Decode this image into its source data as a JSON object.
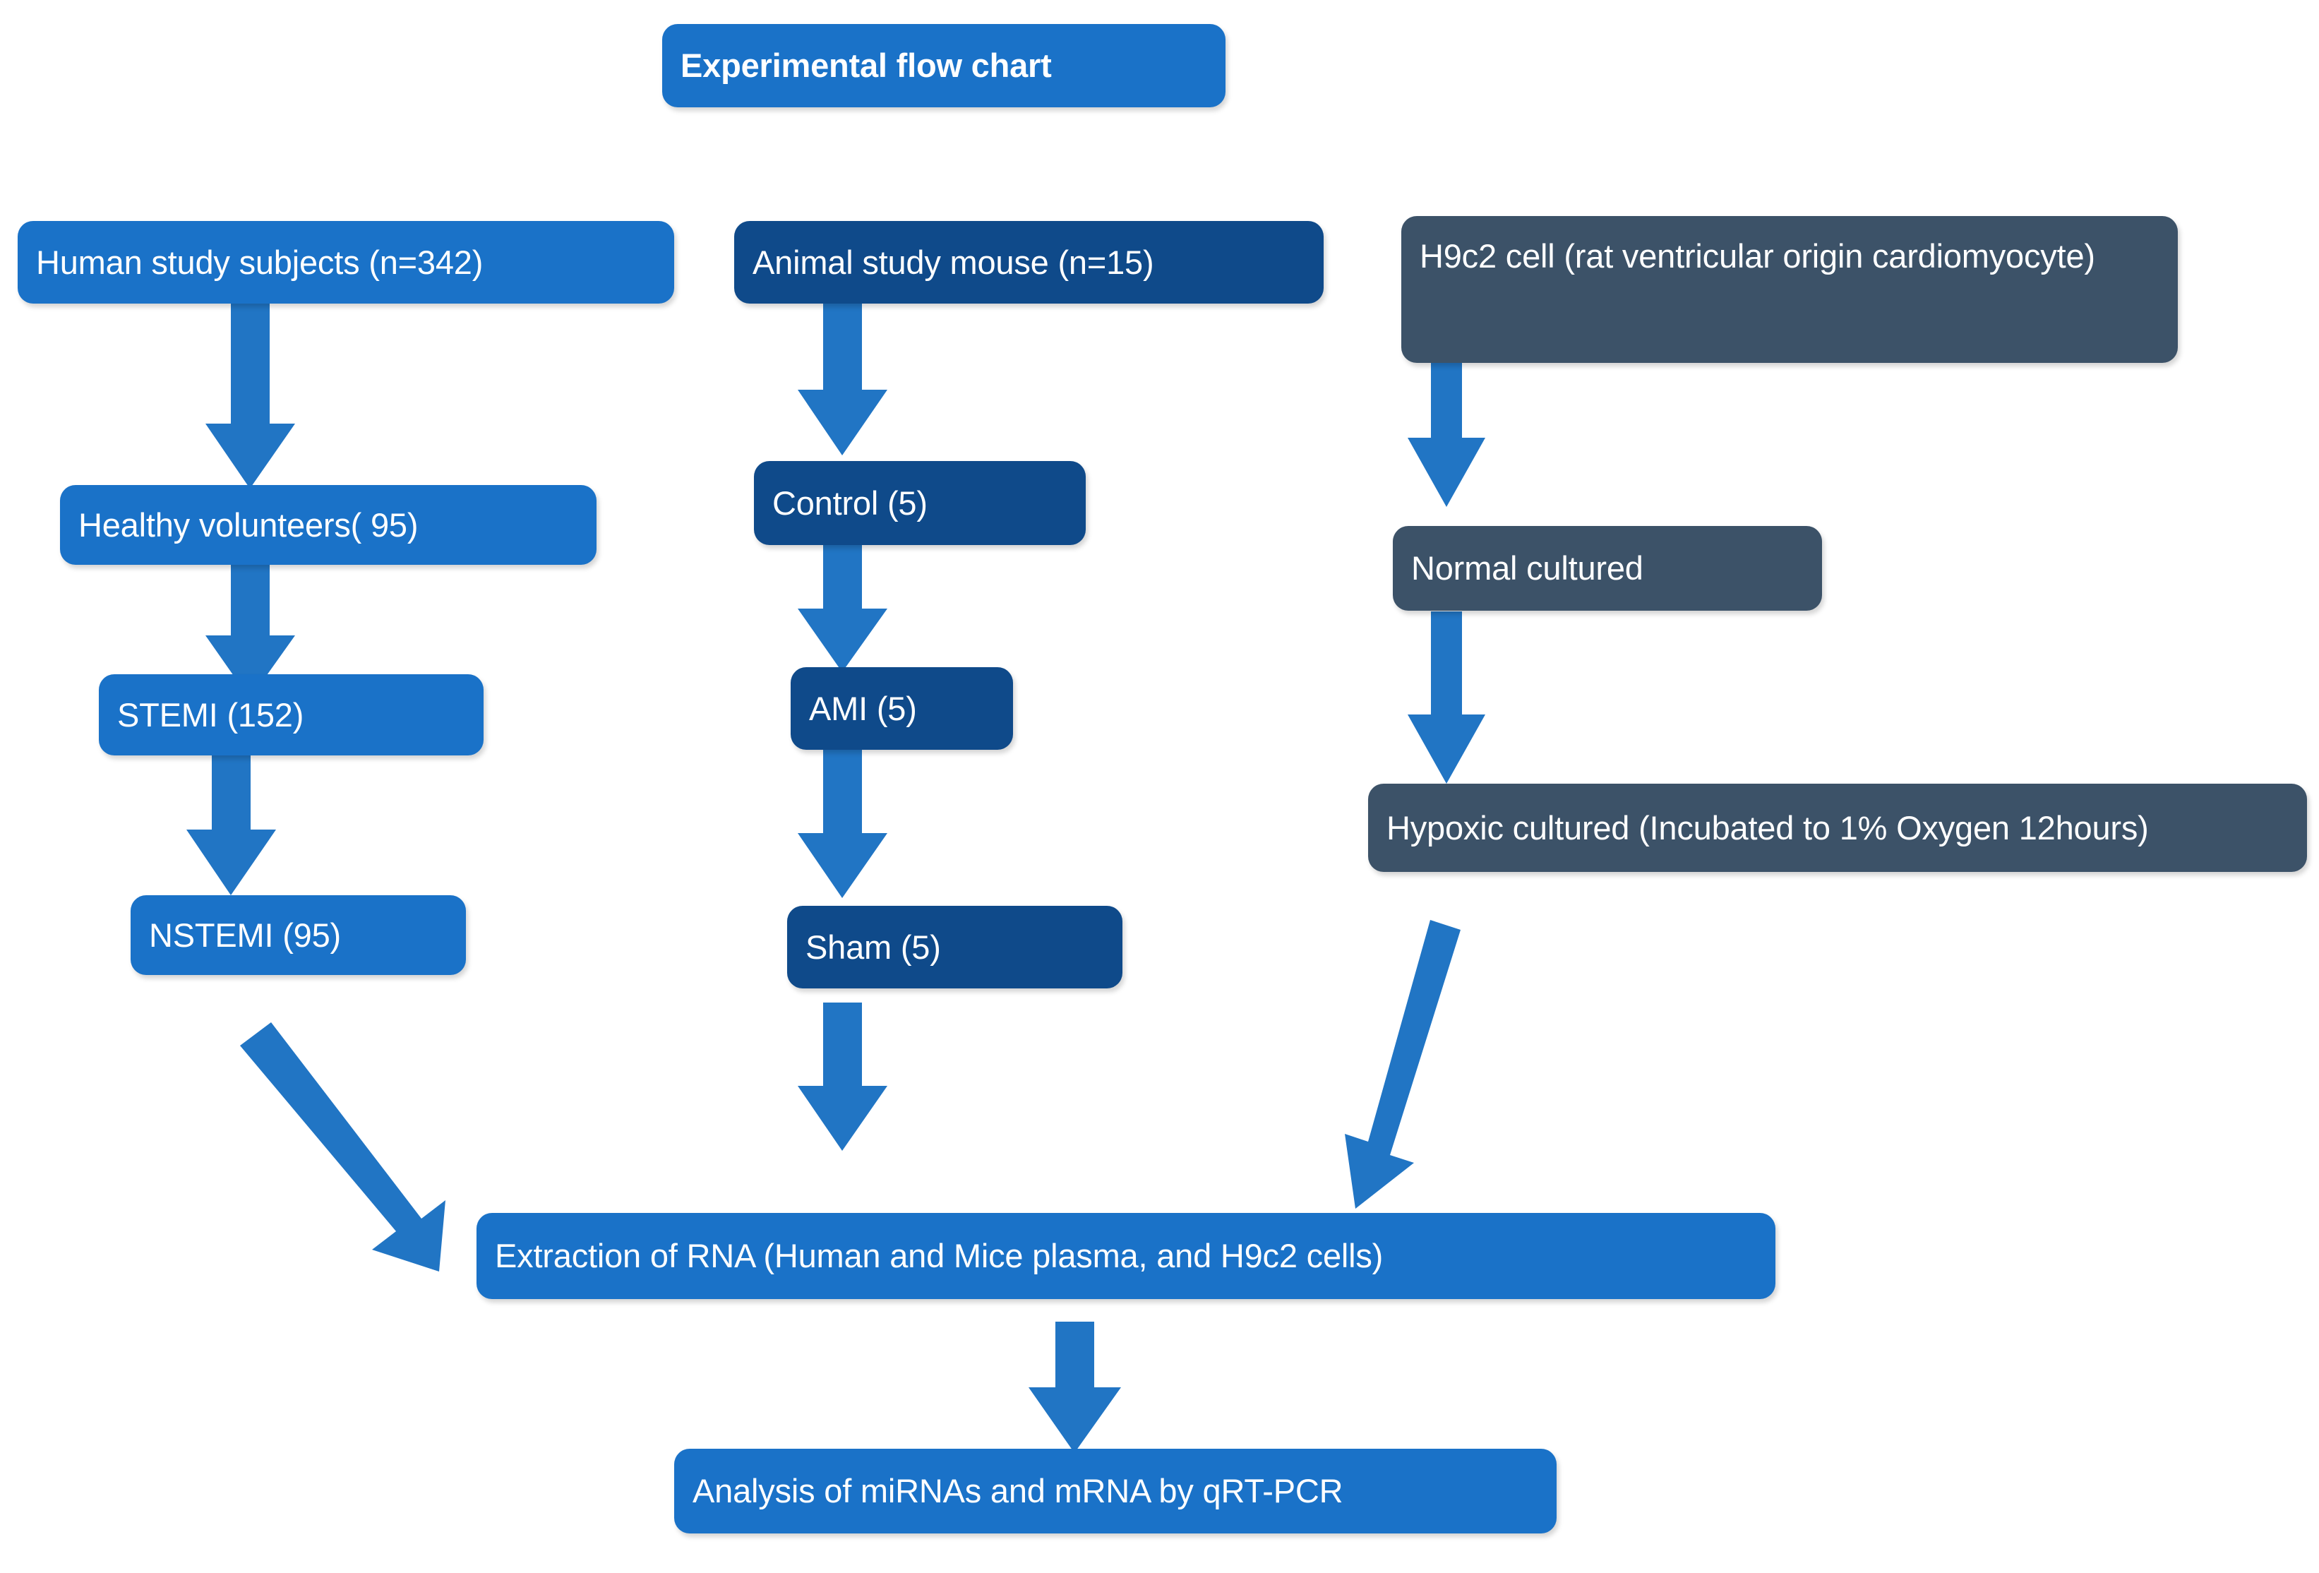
{
  "figure": {
    "title": "Experimental flow chart",
    "type": "flowchart",
    "background": "#ffffff",
    "colors": {
      "light_blue": "#1a72c8",
      "dark_blue": "#0f4a8a",
      "slate": "#3c5268",
      "arrow": "#2175c4",
      "text": "#ffffff"
    }
  },
  "nodes": {
    "title": "Experimental flow chart",
    "human_study": "Human study subjects (n=342)",
    "healthy_volunteers": "Healthy volunteers( 95)",
    "stemi": "STEMI (152)",
    "nstemi": "NSTEMI (95)",
    "animal_study": "Animal study mouse (n=15)",
    "control": "Control (5)",
    "ami": "AMI (5)",
    "sham": "Sham (5)",
    "h9c2_cell": "H9c2 cell   (rat ventricular origin cardiomyocyte)",
    "normal_cultured": "Normal cultured",
    "hypoxic_cultured": "Hypoxic cultured (Incubated to 1% Oxygen 12hours)",
    "extraction_rna": "Extraction of RNA (Human and Mice plasma, and H9c2 cells)",
    "analysis": "Analysis of miRNAs and mRNA by qRT-PCR"
  },
  "flow": {
    "columns": [
      {
        "name": "human-column",
        "steps": [
          "Human study subjects (n=342)",
          "Healthy volunteers( 95)",
          "STEMI (152)",
          "NSTEMI (95)"
        ]
      },
      {
        "name": "animal-column",
        "steps": [
          "Animal study mouse (n=15)",
          "Control (5)",
          "AMI (5)",
          "Sham (5)"
        ]
      },
      {
        "name": "cell-column",
        "steps": [
          "H9c2 cell   (rat ventricular origin cardiomyocyte)",
          "Normal cultured",
          "Hypoxic cultured (Incubated to 1% Oxygen 12hours)"
        ]
      }
    ],
    "converge": [
      "Extraction of RNA (Human and Mice plasma, and H9c2 cells)",
      "Analysis of miRNAs and mRNA by qRT-PCR"
    ]
  }
}
